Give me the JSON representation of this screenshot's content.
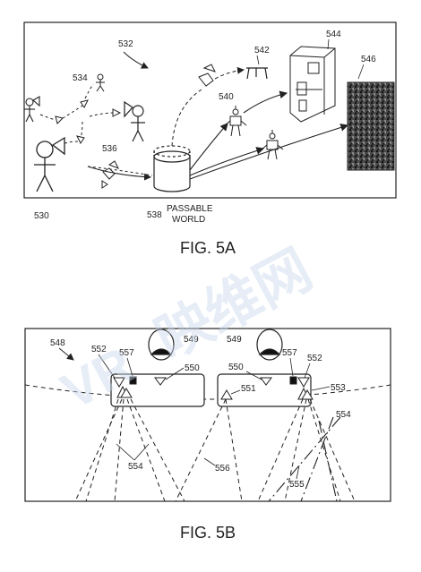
{
  "figure_a": {
    "caption": "FIG. 5A",
    "labels": {
      "l532": "532",
      "l534": "534",
      "l536": "536",
      "l538": "538",
      "l530": "530",
      "l540": "540",
      "l542": "542",
      "l544": "544",
      "l546": "546"
    },
    "passable_world": [
      "PASSABLE",
      "WORLD"
    ]
  },
  "figure_b": {
    "caption": "FIG. 5B",
    "labels": {
      "l548": "548",
      "l549a": "549",
      "l549b": "549",
      "l552a": "552",
      "l552b": "552",
      "l557a": "557",
      "l557b": "557",
      "l550a": "550",
      "l550b": "550",
      "l551": "551",
      "l553": "553",
      "l554a": "554",
      "l554b": "554",
      "l556": "556",
      "l555": "555"
    }
  },
  "watermark": "映维网",
  "watermark_logo": "VR"
}
